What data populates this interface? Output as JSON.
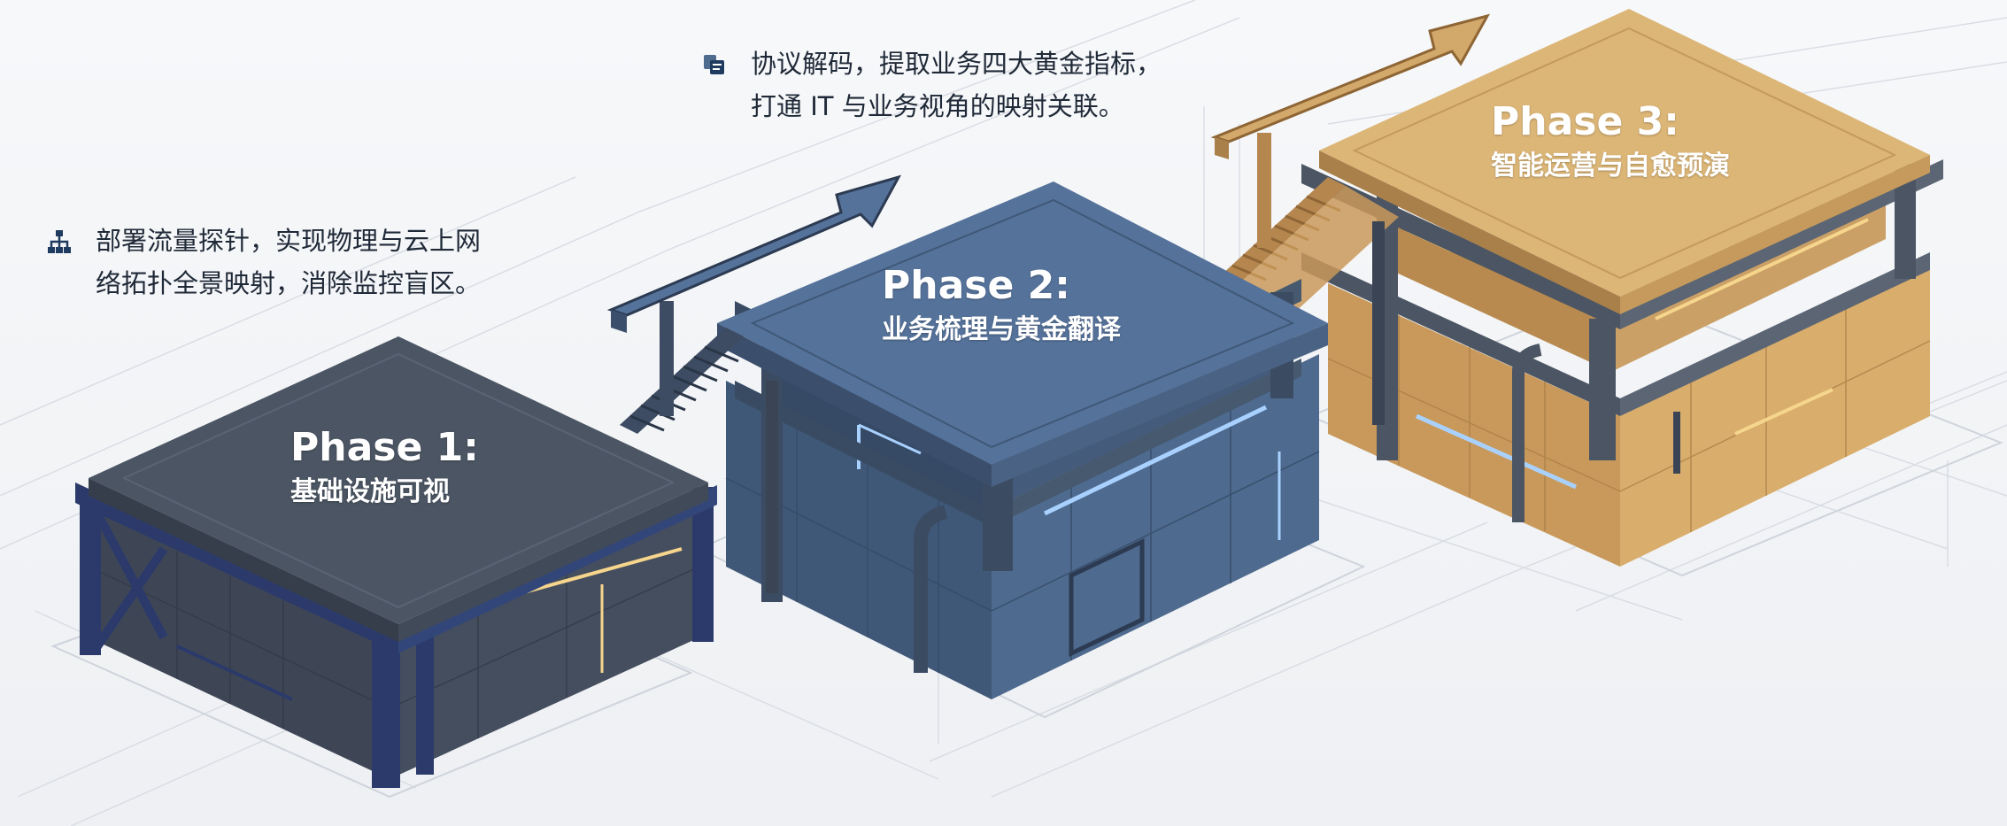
{
  "notes": [
    {
      "icon": "hierarchy-icon",
      "lines": [
        "部署流量探针，实现物理与云上网",
        "络拓扑全景映射，消除监控盲区。"
      ]
    },
    {
      "icon": "protocol-decode-icon",
      "lines": [
        "协议解码，提取业务四大黄金指标，",
        "打通 IT 与业务视角的映射关联。"
      ]
    }
  ],
  "phases": [
    {
      "title": "Phase 1:",
      "desc": "基础设施可视",
      "roof": "#4b5563",
      "wall": "#3b4454",
      "frame": "#2b3a6b"
    },
    {
      "title": "Phase 2:",
      "desc": "业务梳理与黄金翻译",
      "roof": "#4f6c8e",
      "wall": "#4a6283",
      "frame": "#3b4c62"
    },
    {
      "title": "Phase 3:",
      "desc": "智能运营与自愈预演",
      "roof": "#d8b173",
      "wall": "#c99a57",
      "frame": "#4b5563"
    }
  ],
  "colors": {
    "background": "#f3f4f6",
    "accent_light": "#f6d58c",
    "glow_blue": "#a9d1ff"
  }
}
